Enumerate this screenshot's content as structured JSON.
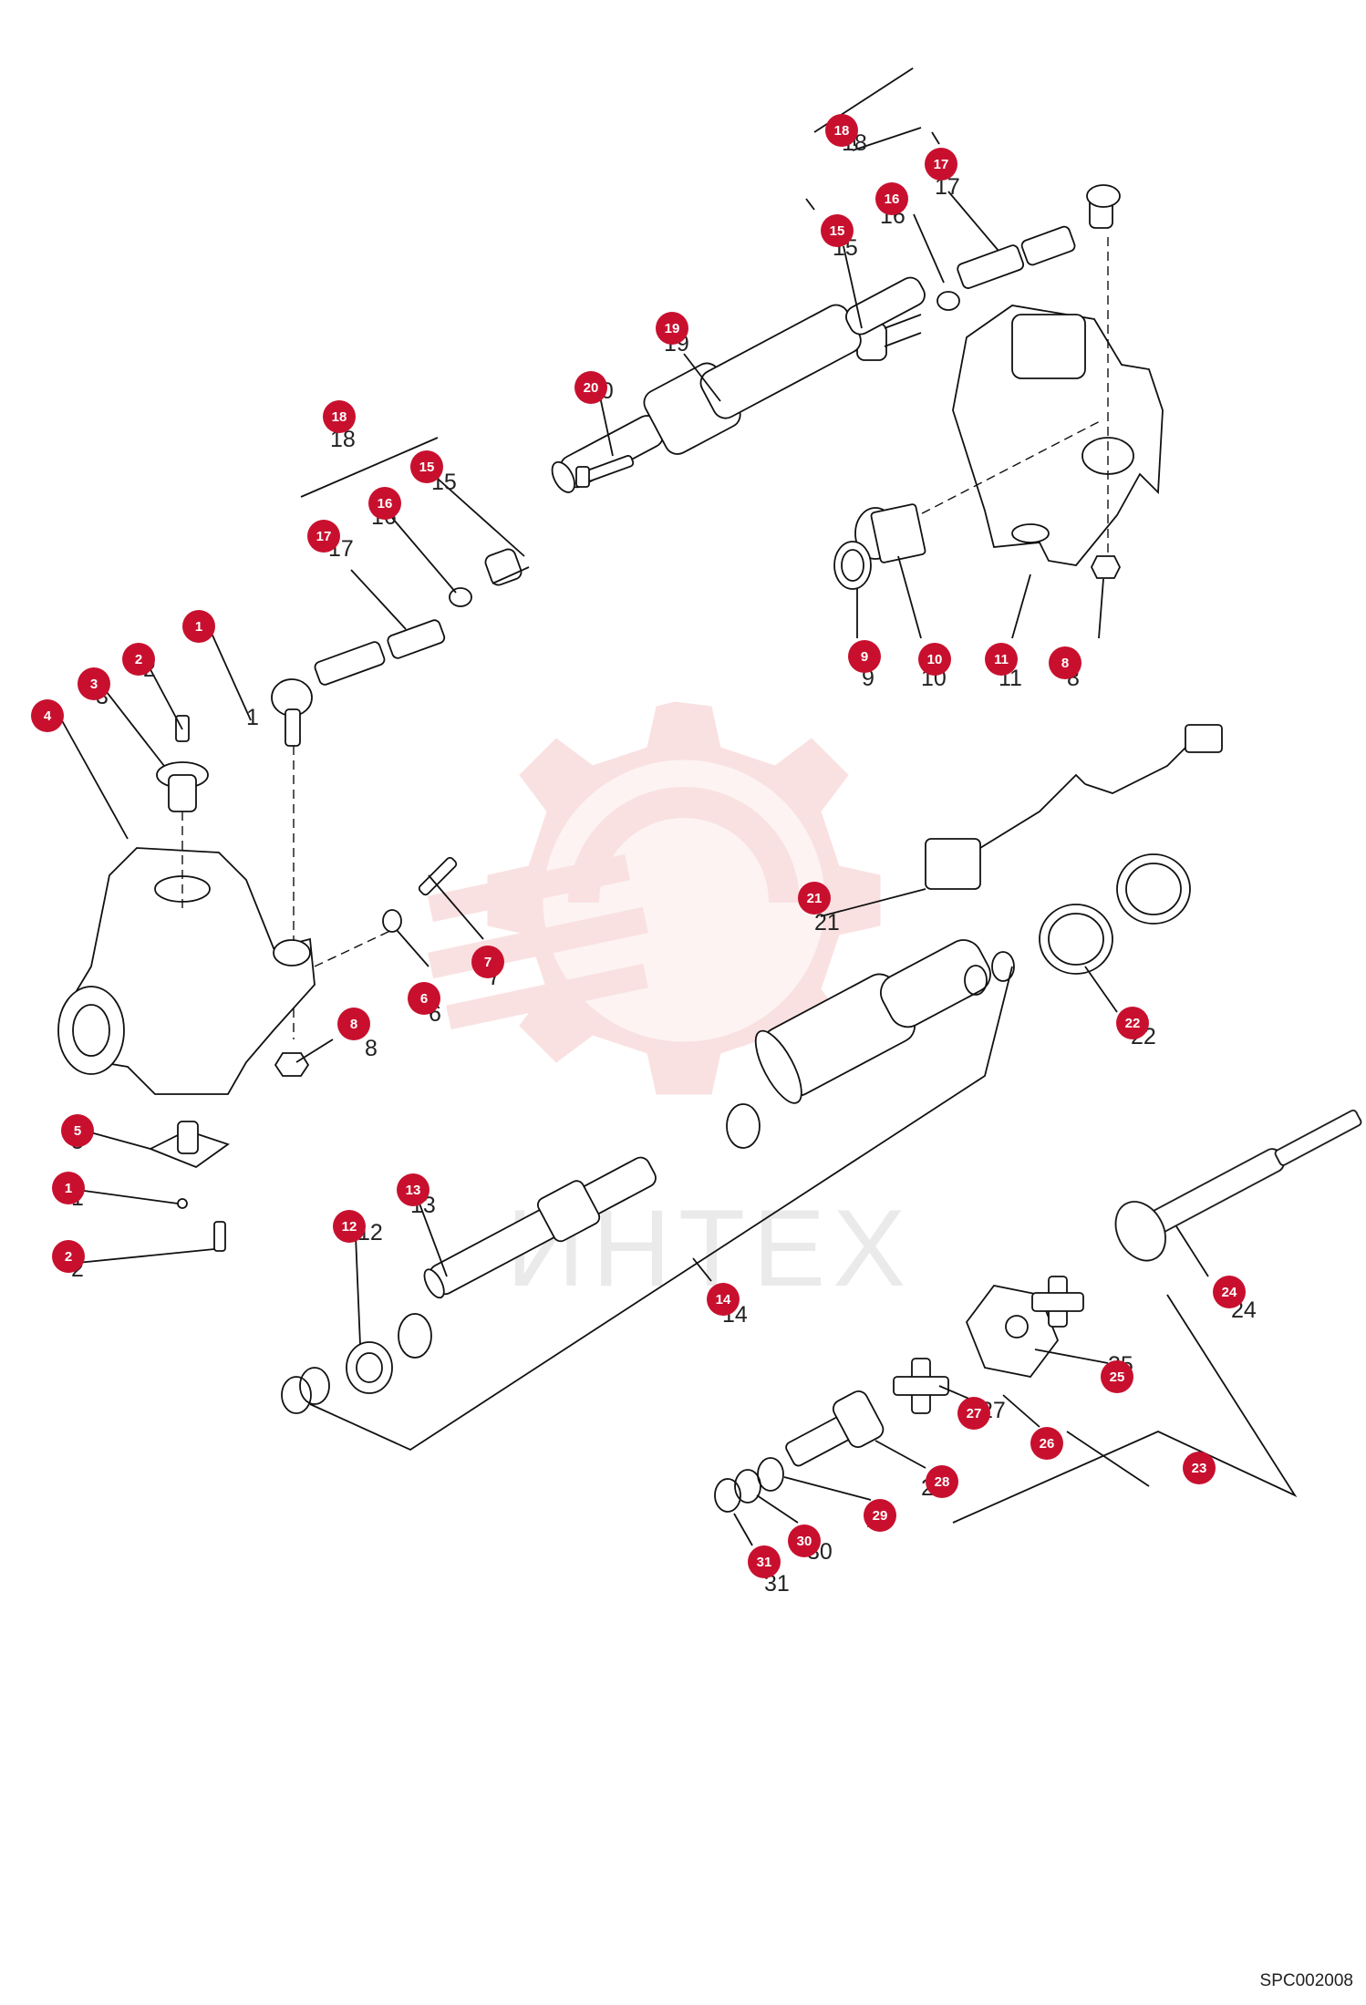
{
  "diagram": {
    "document_code": "SPC002008",
    "watermark_text": "ИНТЕХ",
    "watermark_color": "#f6c9c9",
    "bubble_color": "#c8102e",
    "labels": [
      {
        "bubble": "18",
        "text": "18"
      },
      {
        "bubble": "17",
        "text": "17"
      },
      {
        "bubble": "16",
        "text": "16"
      },
      {
        "bubble": "15",
        "text": "15"
      },
      {
        "bubble": "19",
        "text": "19"
      },
      {
        "bubble": "20",
        "text": "20"
      },
      {
        "bubble": "18",
        "text": "18"
      },
      {
        "bubble": "15",
        "text": "15"
      },
      {
        "bubble": "16",
        "text": "16"
      },
      {
        "bubble": "17",
        "text": "17"
      },
      {
        "bubble": "9",
        "text": "9"
      },
      {
        "bubble": "10",
        "text": "10"
      },
      {
        "bubble": "11",
        "text": "11"
      },
      {
        "bubble": "8",
        "text": "8"
      },
      {
        "bubble": "1",
        "text": "1"
      },
      {
        "bubble": "2",
        "text": "2"
      },
      {
        "bubble": "3",
        "text": "3"
      },
      {
        "bubble": "4",
        "text": "4"
      },
      {
        "bubble": "7",
        "text": "7"
      },
      {
        "bubble": "6",
        "text": "6"
      },
      {
        "bubble": "8",
        "text": "8"
      },
      {
        "bubble": "5",
        "text": "5"
      },
      {
        "bubble": "1",
        "text": "1"
      },
      {
        "bubble": "2",
        "text": "2"
      },
      {
        "bubble": "21",
        "text": "21"
      },
      {
        "bubble": "22",
        "text": "22"
      },
      {
        "bubble": "13",
        "text": "13"
      },
      {
        "bubble": "12",
        "text": "12"
      },
      {
        "bubble": "14",
        "text": "14"
      },
      {
        "bubble": "24",
        "text": "24"
      },
      {
        "bubble": "25",
        "text": "25"
      },
      {
        "bubble": "27",
        "text": "27"
      },
      {
        "bubble": "26",
        "text": "26"
      },
      {
        "bubble": "23",
        "text": "23"
      },
      {
        "bubble": "28",
        "text": "28"
      },
      {
        "bubble": "29",
        "text": "29"
      },
      {
        "bubble": "30",
        "text": "30"
      },
      {
        "bubble": "31",
        "text": "31"
      }
    ]
  }
}
